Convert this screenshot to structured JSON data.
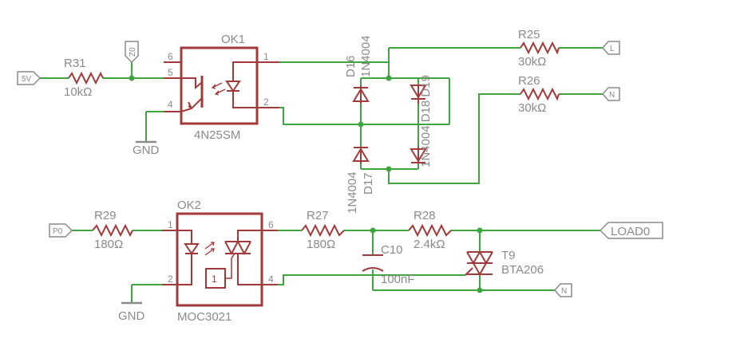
{
  "components": {
    "r31": {
      "name": "R31",
      "value": "10kΩ"
    },
    "r29": {
      "name": "R29",
      "value": "180Ω"
    },
    "r27": {
      "name": "R27",
      "value": "180Ω"
    },
    "r28": {
      "name": "R28",
      "value": "2.4kΩ"
    },
    "r25": {
      "name": "R25",
      "value": "30kΩ"
    },
    "r26": {
      "name": "R26",
      "value": "30kΩ"
    },
    "ok1": {
      "name": "OK1",
      "value": "4N25SM",
      "pins": [
        "6",
        "5",
        "4",
        "1",
        "2"
      ]
    },
    "ok2": {
      "name": "OK2",
      "value": "MOC3021",
      "pins": [
        "1",
        "2",
        "6",
        "4"
      ],
      "zc_mark": "1"
    },
    "d16": {
      "name": "D16",
      "value": "1N4004"
    },
    "d17": {
      "name": "D17",
      "value": "1N4004"
    },
    "d18": {
      "overlap_label": "1N4004 D18 D19"
    },
    "c10": {
      "name": "C10",
      "value": "100nF"
    },
    "t9": {
      "name": "T9",
      "value": "BTA206"
    }
  },
  "nets": {
    "v5": "5V",
    "z0": "Z0",
    "p0": "P0",
    "load0": "LOAD0",
    "l": "L",
    "n1": "N",
    "n2": "N",
    "gnd1": "GND",
    "gnd2": "GND"
  }
}
